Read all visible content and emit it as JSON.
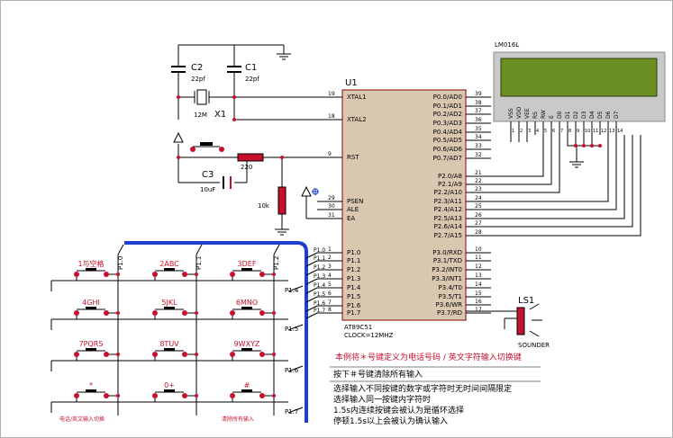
{
  "mcu": {
    "ref": "U1",
    "part": "AT89C51",
    "clock": "CLOCK=12MHZ",
    "left_pins": [
      {
        "num": "19",
        "name": "XTAL1"
      },
      {
        "num": "18",
        "name": "XTAL2"
      },
      {
        "num": "9",
        "name": "RST"
      },
      {
        "num": "29",
        "name": "PSEN"
      },
      {
        "num": "30",
        "name": "ALE"
      },
      {
        "num": "31",
        "name": "EA"
      },
      {
        "num": "1",
        "name": "P1.0"
      },
      {
        "num": "2",
        "name": "P1.1"
      },
      {
        "num": "3",
        "name": "P1.2"
      },
      {
        "num": "4",
        "name": "P1.3"
      },
      {
        "num": "5",
        "name": "P1.4"
      },
      {
        "num": "6",
        "name": "P1.5"
      },
      {
        "num": "7",
        "name": "P1.6"
      },
      {
        "num": "8",
        "name": "P1.7"
      }
    ],
    "right_pins": [
      {
        "num": "39",
        "name": "P0.0/AD0"
      },
      {
        "num": "38",
        "name": "P0.1/AD1"
      },
      {
        "num": "37",
        "name": "P0.2/AD2"
      },
      {
        "num": "36",
        "name": "P0.3/AD3"
      },
      {
        "num": "35",
        "name": "P0.4/AD4"
      },
      {
        "num": "34",
        "name": "P0.5/AD5"
      },
      {
        "num": "33",
        "name": "P0.6/AD6"
      },
      {
        "num": "32",
        "name": "P0.7/AD7"
      },
      {
        "num": "21",
        "name": "P2.0/A8"
      },
      {
        "num": "22",
        "name": "P2.1/A9"
      },
      {
        "num": "23",
        "name": "P2.2/A10"
      },
      {
        "num": "24",
        "name": "P2.3/A11"
      },
      {
        "num": "25",
        "name": "P2.4/A12"
      },
      {
        "num": "26",
        "name": "P2.5/A13"
      },
      {
        "num": "27",
        "name": "P2.6/A14"
      },
      {
        "num": "28",
        "name": "P2.7/A15"
      },
      {
        "num": "10",
        "name": "P3.0/RXD"
      },
      {
        "num": "11",
        "name": "P3.1/TXD"
      },
      {
        "num": "12",
        "name": "P3.2/INT0"
      },
      {
        "num": "13",
        "name": "P3.3/INT1"
      },
      {
        "num": "14",
        "name": "P3.4/T0"
      },
      {
        "num": "15",
        "name": "P3.5/T1"
      },
      {
        "num": "16",
        "name": "P3.6/WR"
      },
      {
        "num": "17",
        "name": "P3.7/RD"
      }
    ],
    "net_labels": [
      "P1.0",
      "P1.1",
      "P1.2",
      "P1.3",
      "P1.4",
      "P1.5",
      "P1.6",
      "P1.7"
    ]
  },
  "lcd": {
    "ref": "LM016L",
    "pins": [
      "VSS",
      "VDD",
      "VEE",
      "RS",
      "RW",
      "E",
      "D0",
      "D1",
      "D2",
      "D3",
      "D4",
      "D5",
      "D6",
      "D7"
    ],
    "pin_numbers": [
      "1",
      "2",
      "3",
      "4",
      "5",
      "6",
      "7",
      "8",
      "9",
      "10",
      "11",
      "12",
      "13",
      "14"
    ],
    "screen_color": "#6b8e23"
  },
  "crystal": {
    "ref": "X1",
    "value": "12M"
  },
  "c1": {
    "ref": "C1",
    "value": "22pf"
  },
  "c2": {
    "ref": "C2",
    "value": "22pf"
  },
  "c3": {
    "ref": "C3",
    "value": "10uF"
  },
  "r_rst": {
    "value": "220"
  },
  "r_pull": {
    "value": "10k"
  },
  "speaker": {
    "ref": "LS1",
    "type": "SOUNDER"
  },
  "keypad": {
    "keys": [
      "1与空格",
      "2ABC",
      "3DEF",
      "4GHI",
      "5JKL",
      "6MNO",
      "7PQRS",
      "8TUV",
      "9WXYZ",
      "*",
      "0+",
      "#"
    ],
    "col_nets": [
      "P1.0",
      "P1.1",
      "P1.2"
    ],
    "row_nets": [
      "P1.4",
      "P1.5",
      "P1.6",
      "P1.7"
    ],
    "note_star": "电话/英文输入切换",
    "note_hash": "清除所有输入"
  },
  "notes": [
    "本例将＊号键定义为电话号码 / 英文字符输入切换键",
    "按下＃号键清除所有输入",
    "选择输入不同按键的数字或字符时无时间间隔限定",
    "选择输入同一按键内字符时",
    "1.5s内连续按键会被认为是循环选择",
    "停顿1.5s以上会被认为确认输入"
  ],
  "colors": {
    "wire": "#000000",
    "bus": "#1f3fcc",
    "component_red": "#c8102e",
    "chip_fill": "#d9c7b0",
    "frame": "#8c8c8c"
  }
}
